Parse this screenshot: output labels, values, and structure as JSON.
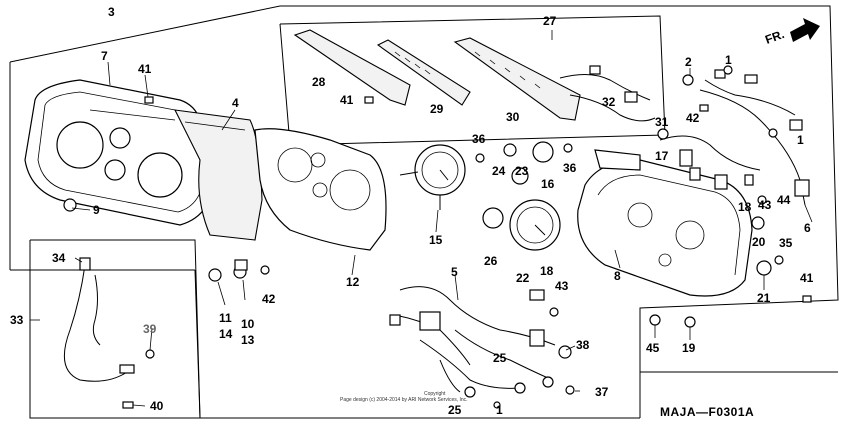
{
  "diagram": {
    "code": "MAJA—F0301A",
    "direction_label": "FR.",
    "copyright_line1": "Copyright",
    "copyright_line2": "Page design (c) 2004-2014 by ARI Network Services, Inc.",
    "labels": {
      "p1a": "1",
      "p1b": "1",
      "p1c": "1",
      "p2": "2",
      "p3": "3",
      "p4": "4",
      "p5": "5",
      "p6": "6",
      "p7": "7",
      "p8": "8",
      "p9": "9",
      "p10": "10",
      "p11": "11",
      "p12": "12",
      "p13": "13",
      "p14": "14",
      "p15": "15",
      "p16": "16",
      "p17": "17",
      "p18a": "18",
      "p18b": "18",
      "p19": "19",
      "p20": "20",
      "p21": "21",
      "p22": "22",
      "p23": "23",
      "p24": "24",
      "p25a": "25",
      "p25b": "25",
      "p26": "26",
      "p27": "27",
      "p28": "28",
      "p29": "29",
      "p30": "30",
      "p31": "31",
      "p32": "32",
      "p33": "33",
      "p34": "34",
      "p35": "35",
      "p36a": "36",
      "p36b": "36",
      "p37": "37",
      "p38": "38",
      "p39": "39",
      "p40": "40",
      "p41a": "41",
      "p41b": "41",
      "p41c": "41",
      "p42a": "42",
      "p42b": "42",
      "p43a": "43",
      "p43b": "43",
      "p44": "44",
      "p45": "45"
    }
  }
}
